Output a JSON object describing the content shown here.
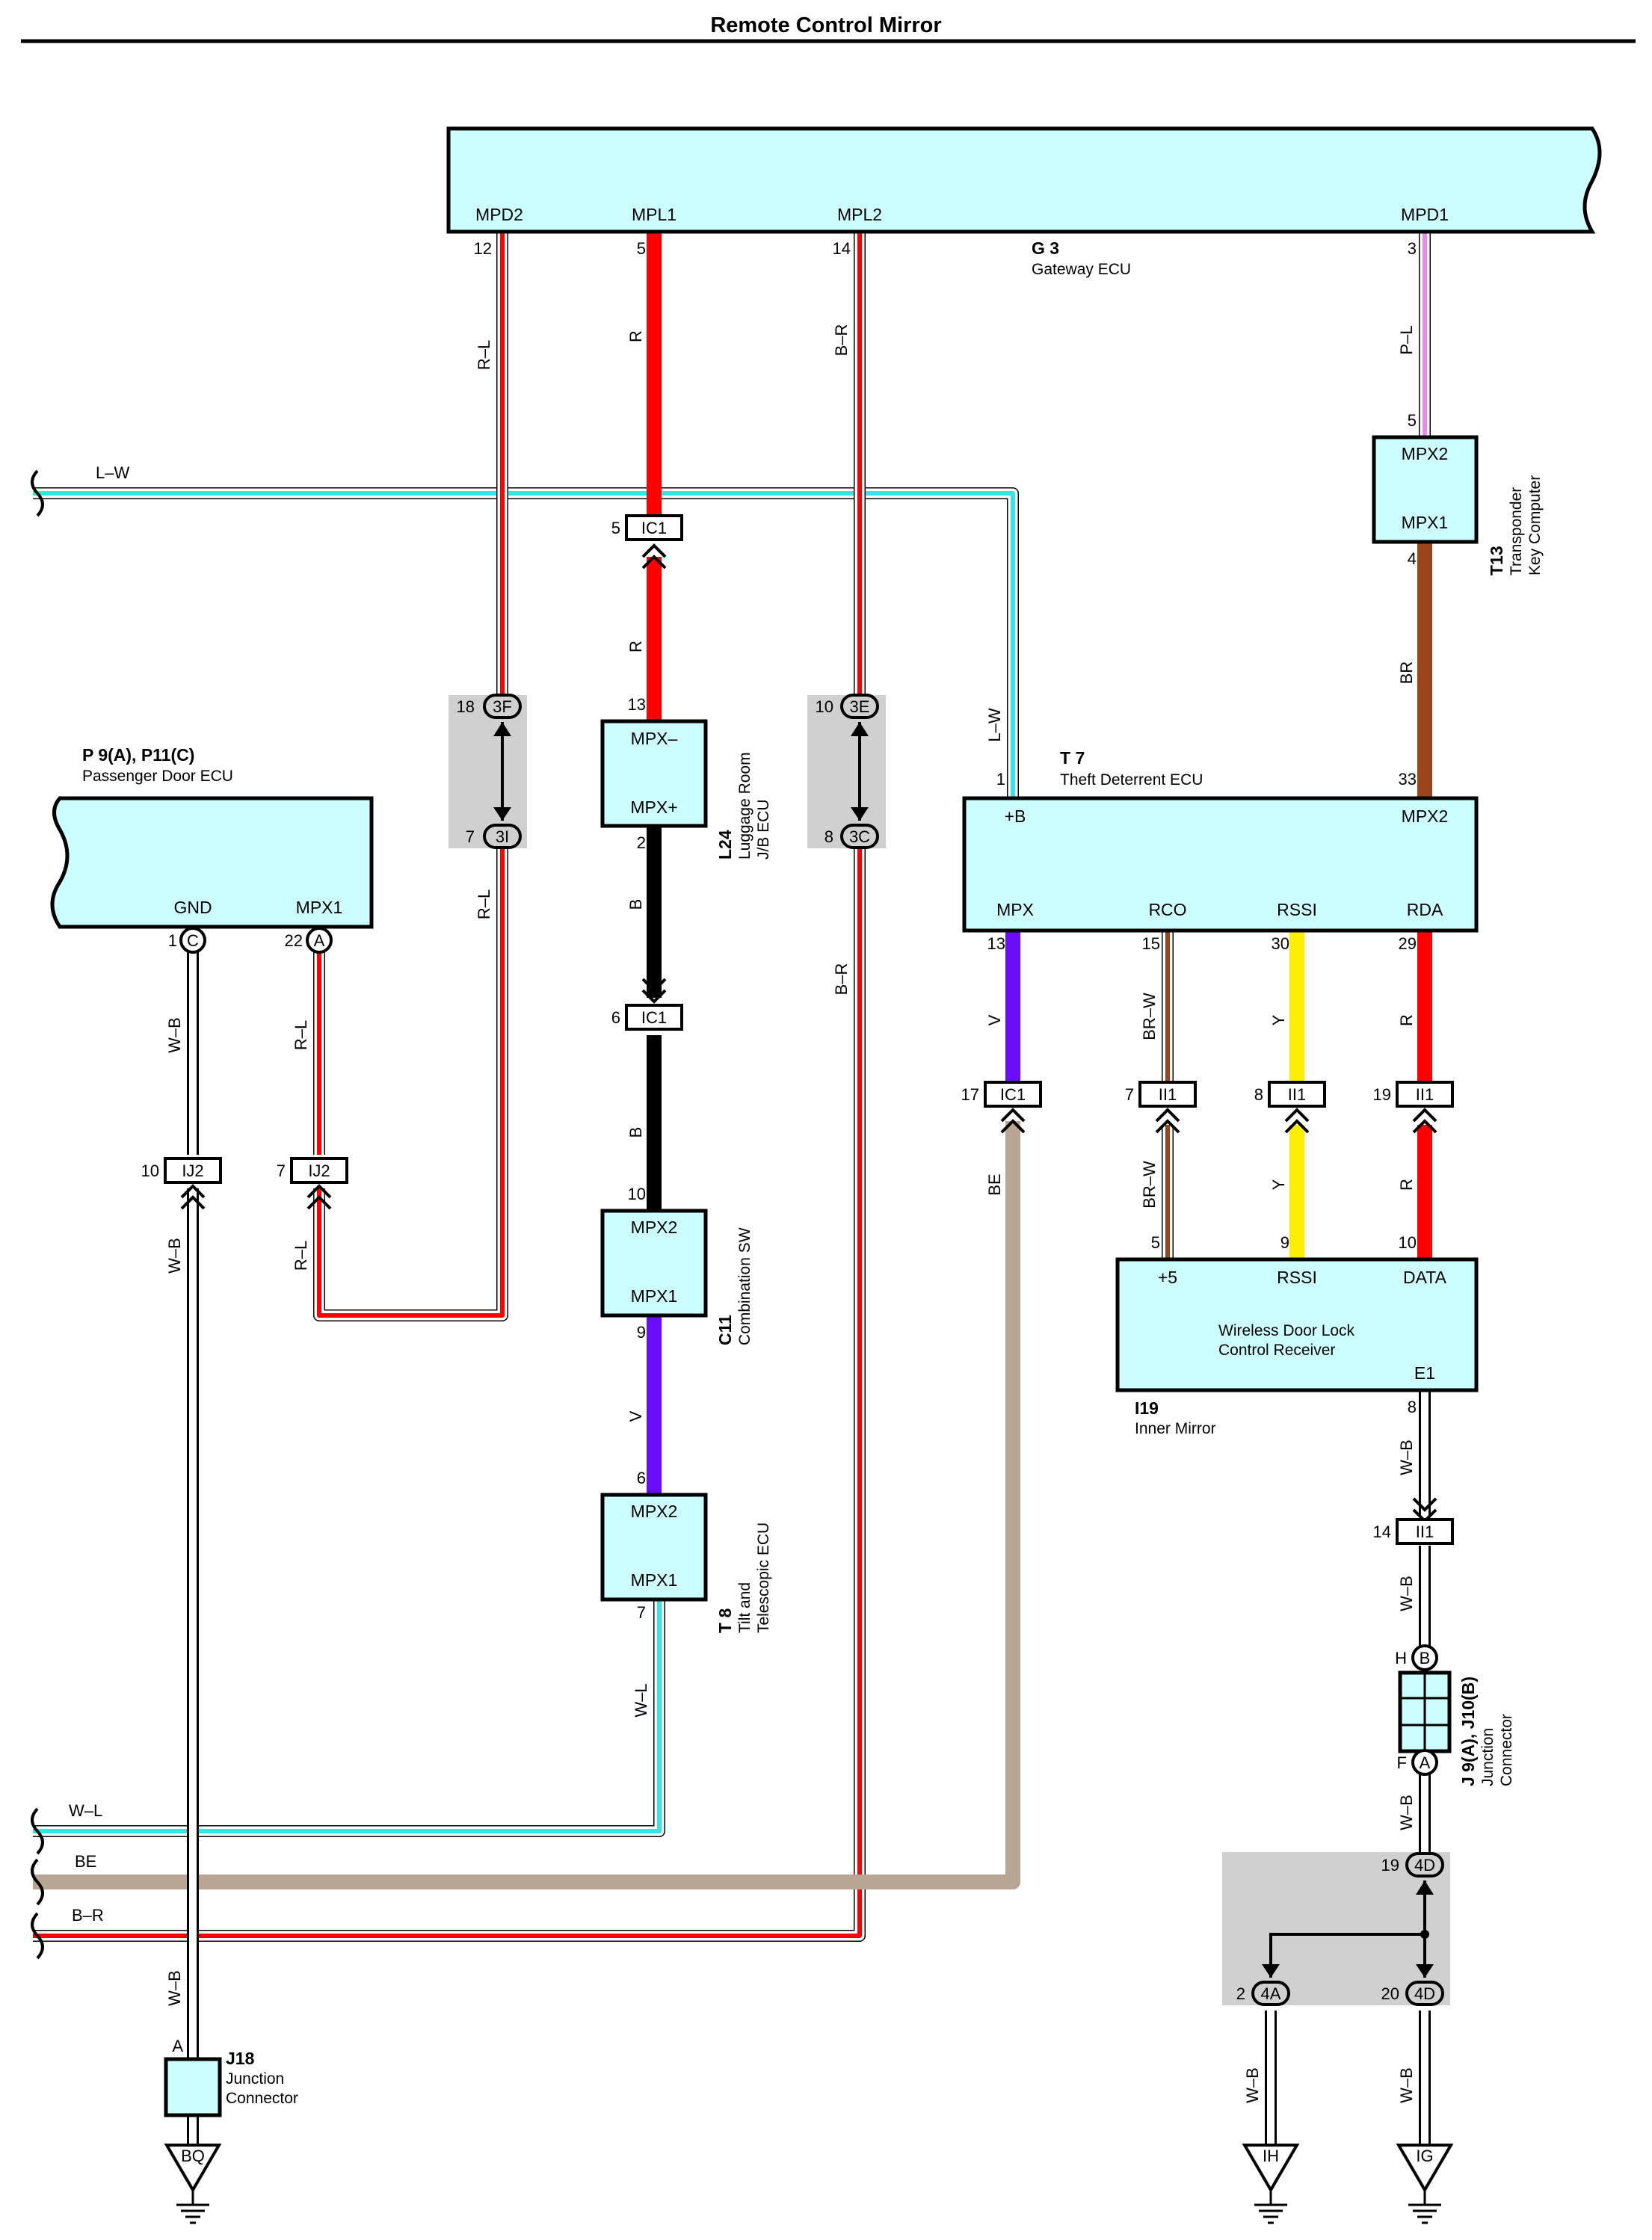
{
  "title": "Remote Control Mirror",
  "components": {
    "g3": {
      "ref": "G 3",
      "name": "Gateway ECU",
      "terms": [
        "MPD2",
        "MPL1",
        "MPL2",
        "MPD1"
      ]
    },
    "t13": {
      "ref": "T13",
      "name1": "Transponder",
      "name2": "Key Computer",
      "terms": [
        "MPX2",
        "MPX1"
      ]
    },
    "p9": {
      "ref": "P 9(A), P11(C)",
      "name": "Passenger Door ECU",
      "terms": [
        "GND",
        "MPX1"
      ]
    },
    "l24": {
      "ref": "L24",
      "name1": "Luggage Room",
      "name2": "J/B ECU",
      "terms": [
        "MPX–",
        "MPX+"
      ]
    },
    "t7": {
      "ref": "T 7",
      "name": "Theft Deterrent ECU",
      "terms": [
        "+B",
        "MPX2",
        "MPX",
        "RCO",
        "RSSI",
        "RDA"
      ]
    },
    "c11": {
      "ref": "C11",
      "name": "Combination SW",
      "terms": [
        "MPX2",
        "MPX1"
      ]
    },
    "t8": {
      "ref": "T 8",
      "name1": "Tilt and",
      "name2": "Telescopic ECU",
      "terms": [
        "MPX2",
        "MPX1"
      ]
    },
    "i19": {
      "ref": "I19",
      "name": "Inner Mirror",
      "terms": [
        "+5",
        "RSSI",
        "DATA",
        "E1"
      ],
      "inner1": "Wireless Door Lock",
      "inner2": "Control Receiver"
    },
    "j9": {
      "ref": "J 9(A), J10(B)",
      "name1": "Junction",
      "name2": "Connector"
    },
    "j18": {
      "ref": "J18",
      "name1": "Junction",
      "name2": "Connector"
    }
  },
  "connectors": {
    "ic1": "IC1",
    "ii1": "II1",
    "ij2": "IJ2",
    "c3f": "3F",
    "c3i": "3I",
    "c3e": "3E",
    "c3c": "3C",
    "c4d": "4D",
    "c4a": "4A",
    "lA": "A",
    "lB": "B",
    "lC": "C"
  },
  "grounds": {
    "bq": "BQ",
    "ih": "IH",
    "ig": "IG"
  },
  "wires": {
    "rl": "R–L",
    "r": "R",
    "br": "B–R",
    "pl": "P–L",
    "lw": "L–W",
    "brn": "BR",
    "wb": "W–B",
    "b": "B",
    "v": "V",
    "wl": "W–L",
    "be": "BE",
    "brw": "BR–W",
    "y": "Y"
  },
  "pins": {
    "p12": "12",
    "p5": "5",
    "p14": "14",
    "p3": "3",
    "p4": "4",
    "p18": "18",
    "p7": "7",
    "p13": "13",
    "p2": "2",
    "p10": "10",
    "p8": "8",
    "p1": "1",
    "p33": "33",
    "p15": "15",
    "p30": "30",
    "p29": "29",
    "p6": "6",
    "p9": "9",
    "p17": "17",
    "p19": "19",
    "p22": "22",
    "p20": "20",
    "H": "H",
    "F": "F",
    "A": "A"
  },
  "colors": {
    "module_fill": "#ccffff",
    "red": "#ff0000",
    "black": "#000000",
    "cyan": "#33e6e6",
    "violet": "#6a0dff",
    "tan": "#b8a593",
    "brown": "#99441a",
    "yellow": "#ffee00",
    "pink": "#ee88ee",
    "gray_box": "#d0d0d0"
  }
}
